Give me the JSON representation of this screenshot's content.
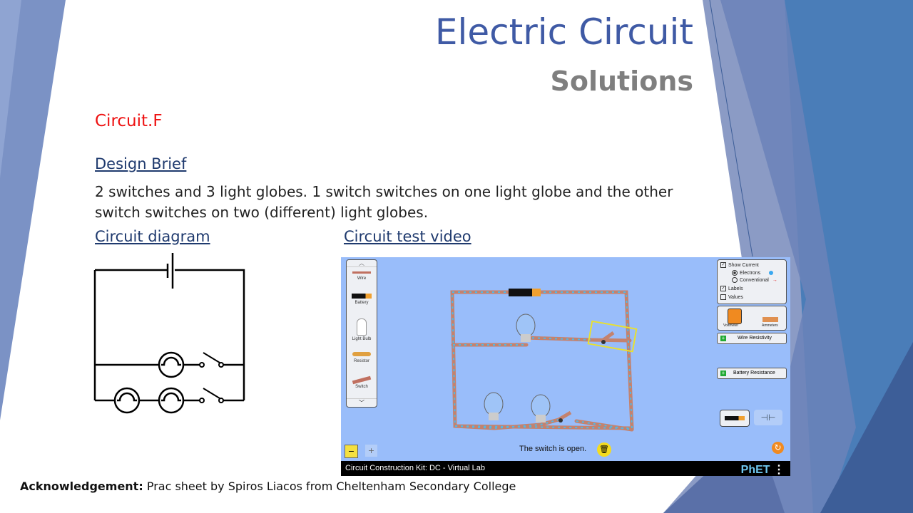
{
  "slide": {
    "title": "Electric Circuit",
    "subtitle": "Solutions",
    "circuit_label": "Circuit.F",
    "design_brief_heading": "Design Brief",
    "design_brief_text": "2 switches and 3 light globes. 1 switch switches on one light globe and the other switch switches on two (different) light globes.",
    "circuit_diagram_heading": "Circuit diagram",
    "circuit_video_heading": "Circuit test video",
    "acknowledgement_label": "Acknowledgement:",
    "acknowledgement_text": " Prac sheet by Spiros Liacos from Cheltenham Secondary College"
  },
  "colors": {
    "title": "#3f5aa5",
    "circuit_label": "#ee1111",
    "heading": "#1f3a6e",
    "sim_background": "#99bdfa",
    "decor_blue": "#4a6fa8"
  },
  "simulation": {
    "app_title": "Circuit Construction Kit: DC - Virtual Lab",
    "brand": "PhET",
    "status_message": "The switch is open.",
    "toolbox": [
      "Wire",
      "Battery",
      "Light Bulb",
      "Resistor",
      "Switch"
    ],
    "options": {
      "show_current": {
        "label": "Show Current",
        "checked": true
      },
      "electrons": {
        "label": "Electrons",
        "selected": true
      },
      "conventional": {
        "label": "Conventional",
        "selected": false
      },
      "labels": {
        "label": "Labels",
        "checked": true
      },
      "values": {
        "label": "Values",
        "checked": false
      }
    },
    "meters": {
      "voltmeter": "Voltmeter",
      "ammeters": "Ammeters"
    },
    "wire_resistivity": "Wire Resistivity",
    "battery_resistance": "Battery Resistance"
  }
}
